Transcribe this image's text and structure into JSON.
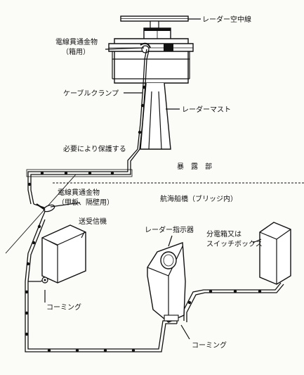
{
  "labels": {
    "radar_antenna": "レーダー空中線",
    "cable_gland_top_1": "電線貫通金物",
    "cable_gland_top_2": "（箱用）",
    "cable_clamp": "ケーブルクランプ",
    "radar_mast": "レーダーマスト",
    "protect_if_needed": "必要により保護する",
    "exposed_part": "暴　露　部",
    "cable_gland_deck_1": "電線貫通金物",
    "cable_gland_deck_2": "（甲板、隔壁用）",
    "nav_bridge": "航海船橋（ブリッジ内）",
    "transceiver": "送受信機",
    "radar_indicator": "レーダー指示器",
    "junction_box_1": "分電箱又は",
    "junction_box_2": "スイッチボックス",
    "coaming_left": "コーミング",
    "coaming_right": "コーミング"
  }
}
